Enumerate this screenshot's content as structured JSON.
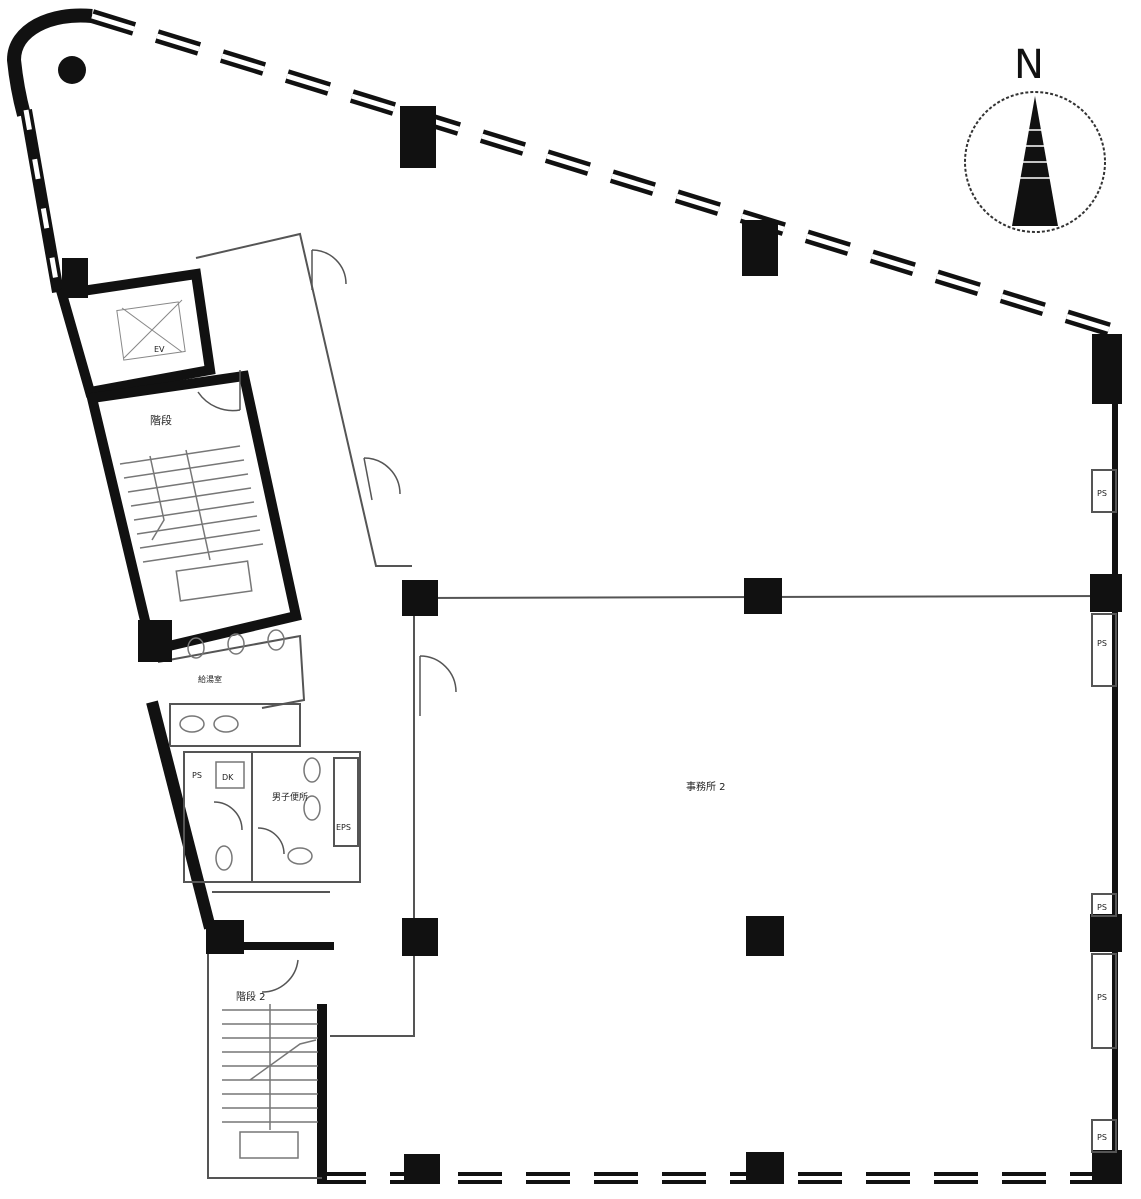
{
  "compass": {
    "north_label": "N",
    "icon": "north-arrow-icon"
  },
  "rooms": {
    "stair_upper": "階段",
    "elevator": "EV",
    "water_supply": "給湯室",
    "toilet": "男子便所",
    "ps_core": "PS",
    "dk": "DK",
    "eps": "EPS",
    "stair_lower": "階段 2",
    "office_main": "事務所 2",
    "ps_east_1": "PS",
    "ps_east_2": "PS",
    "ps_east_3": "PS",
    "ps_east_4": "PS",
    "ps_east_5": "PS"
  },
  "colors": {
    "wall": "#111111",
    "line": "#555555",
    "background": "#ffffff"
  }
}
